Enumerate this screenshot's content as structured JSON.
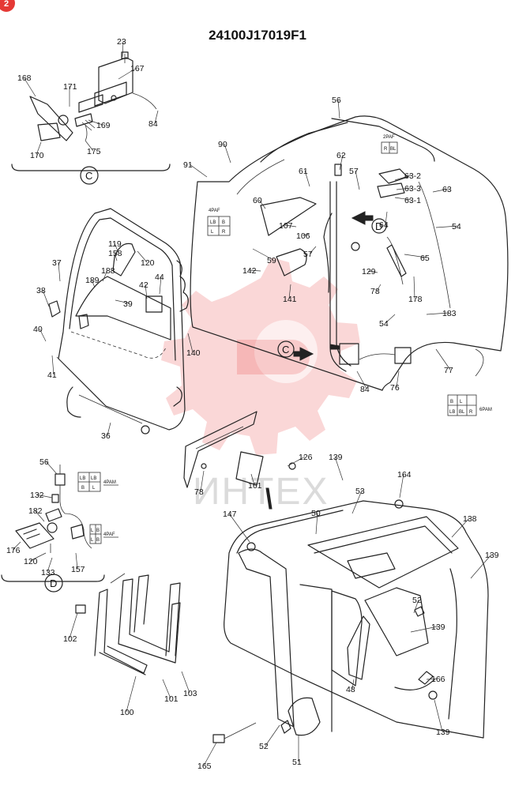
{
  "corner_badge": "2",
  "title": "24100J17019F1",
  "watermark": "ИНТЕХ",
  "views": {
    "c_label": "C",
    "d_label": "D"
  },
  "connectors": {
    "c1": {
      "label": "2PAF",
      "cells": [
        "R",
        "BL"
      ]
    },
    "c2": {
      "label": "4PAF",
      "cells": [
        "LB",
        "B",
        "L",
        "R"
      ]
    },
    "c3": {
      "label": "6PAM",
      "cells": [
        "B",
        "L",
        "",
        "LB",
        "BL",
        "R"
      ]
    },
    "d1": {
      "label": "4PAM",
      "cells": [
        "LB",
        "LB",
        "B",
        "L"
      ]
    },
    "d2": {
      "label": "4PAF",
      "cells": [
        "L",
        "B",
        "L",
        "B"
      ]
    }
  },
  "callouts": [
    {
      "id": "c23",
      "text": "23"
    },
    {
      "id": "c167",
      "text": "167"
    },
    {
      "id": "c168",
      "text": "168"
    },
    {
      "id": "c171",
      "text": "171"
    },
    {
      "id": "c169",
      "text": "169"
    },
    {
      "id": "c84a",
      "text": "84"
    },
    {
      "id": "c170",
      "text": "170"
    },
    {
      "id": "c175",
      "text": "175"
    },
    {
      "id": "c90",
      "text": "90"
    },
    {
      "id": "c91",
      "text": "91"
    },
    {
      "id": "c56a",
      "text": "56"
    },
    {
      "id": "c62",
      "text": "62"
    },
    {
      "id": "c61",
      "text": "61"
    },
    {
      "id": "c57a",
      "text": "57"
    },
    {
      "id": "c63_2",
      "text": "63-2"
    },
    {
      "id": "c63_3",
      "text": "63-3"
    },
    {
      "id": "c63_1",
      "text": "63-1"
    },
    {
      "id": "c63",
      "text": "63"
    },
    {
      "id": "c60",
      "text": "60"
    },
    {
      "id": "c107",
      "text": "107"
    },
    {
      "id": "c106",
      "text": "106"
    },
    {
      "id": "c64",
      "text": "64"
    },
    {
      "id": "c54a",
      "text": "54"
    },
    {
      "id": "c59",
      "text": "59"
    },
    {
      "id": "c57b",
      "text": "57"
    },
    {
      "id": "c65",
      "text": "65"
    },
    {
      "id": "c142",
      "text": "142"
    },
    {
      "id": "c129",
      "text": "129"
    },
    {
      "id": "c141",
      "text": "141"
    },
    {
      "id": "c78a",
      "text": "78"
    },
    {
      "id": "c178",
      "text": "178"
    },
    {
      "id": "c183",
      "text": "183"
    },
    {
      "id": "c54b",
      "text": "54"
    },
    {
      "id": "c119",
      "text": "119"
    },
    {
      "id": "c158",
      "text": "158"
    },
    {
      "id": "c120a",
      "text": "120"
    },
    {
      "id": "c37",
      "text": "37"
    },
    {
      "id": "c188",
      "text": "188"
    },
    {
      "id": "c189",
      "text": "189"
    },
    {
      "id": "c42",
      "text": "42"
    },
    {
      "id": "c44",
      "text": "44"
    },
    {
      "id": "c38",
      "text": "38"
    },
    {
      "id": "c39",
      "text": "39"
    },
    {
      "id": "c40",
      "text": "40"
    },
    {
      "id": "c140",
      "text": "140"
    },
    {
      "id": "c41",
      "text": "41"
    },
    {
      "id": "c77",
      "text": "77"
    },
    {
      "id": "c84b",
      "text": "84"
    },
    {
      "id": "c76",
      "text": "76"
    },
    {
      "id": "c36",
      "text": "36"
    },
    {
      "id": "c126",
      "text": "126"
    },
    {
      "id": "c139a",
      "text": "139"
    },
    {
      "id": "c78b",
      "text": "78"
    },
    {
      "id": "c161",
      "text": "161"
    },
    {
      "id": "c164",
      "text": "164"
    },
    {
      "id": "c53",
      "text": "53"
    },
    {
      "id": "c56b",
      "text": "56"
    },
    {
      "id": "c132",
      "text": "132"
    },
    {
      "id": "c182",
      "text": "182"
    },
    {
      "id": "c176",
      "text": "176"
    },
    {
      "id": "c120b",
      "text": "120"
    },
    {
      "id": "c157",
      "text": "157"
    },
    {
      "id": "c133",
      "text": "133"
    },
    {
      "id": "c147",
      "text": "147"
    },
    {
      "id": "c50",
      "text": "50"
    },
    {
      "id": "c138",
      "text": "138"
    },
    {
      "id": "c139b",
      "text": "139"
    },
    {
      "id": "c52a",
      "text": "52"
    },
    {
      "id": "c139c",
      "text": "139"
    },
    {
      "id": "c102",
      "text": "102"
    },
    {
      "id": "c166",
      "text": "166"
    },
    {
      "id": "c48",
      "text": "48"
    },
    {
      "id": "c100",
      "text": "100"
    },
    {
      "id": "c101",
      "text": "101"
    },
    {
      "id": "c103",
      "text": "103"
    },
    {
      "id": "c139d",
      "text": "139"
    },
    {
      "id": "c52b",
      "text": "52"
    },
    {
      "id": "c165",
      "text": "165"
    },
    {
      "id": "c51",
      "text": "51"
    }
  ]
}
